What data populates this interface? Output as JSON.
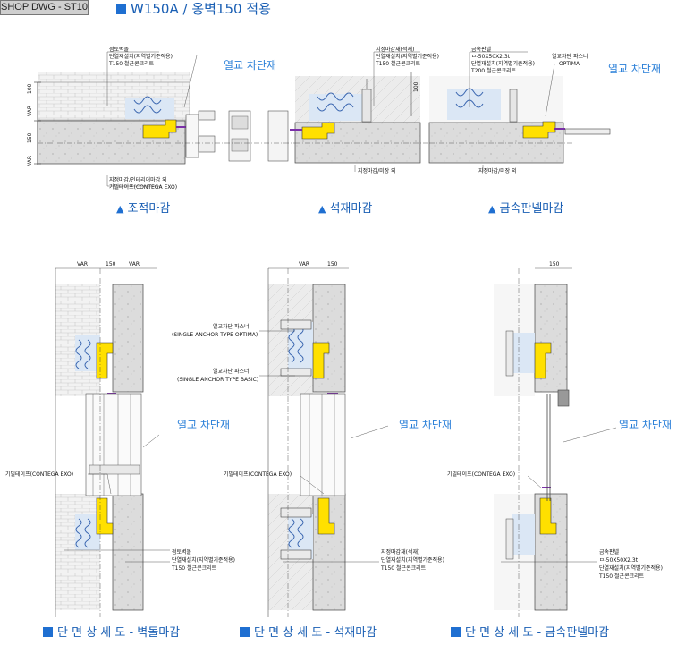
{
  "header": {
    "drawing_tag": "SHOP DWG - ST10",
    "title": "W150A / 옹벽150 적용"
  },
  "top_section": {
    "thermal_labels": [
      "열교 차단재",
      "열교 차단재"
    ],
    "captions": [
      "조적마감",
      "석재마감",
      "금속판넬마감"
    ],
    "left_notes": [
      "점토벽돌",
      "단열재설치(지역별기준적용)",
      "T150 철근콘크리트"
    ],
    "left_bottom_notes": [
      "지정마감/인테리어마감 외",
      "기밀테이프(CONTEGA EXO)"
    ],
    "mid_notes": [
      "지정마감재(석재)",
      "단열재설치(지역별기준적용)",
      "T150 철근콘크리트"
    ],
    "mid_bottom_note": "지정마감/미장 외",
    "right_notes": [
      "금속판넬",
      "ㅁ-50X50X2.3t",
      "단열재설치(지역별기준적용)",
      "T200 철근콘크리트"
    ],
    "right_side_notes": [
      "열교차단 파스너",
      "OPTIMA"
    ],
    "right_bottom_note": "지정마감/미장 외",
    "dims": {
      "v100": "100",
      "vvar": "VAR",
      "v150": "150"
    }
  },
  "bottom_section": {
    "dims": {
      "var": "VAR",
      "d150": "150"
    },
    "thermal_label": "열교 차단재",
    "left_tape": "기밀테이프(CONTEGA EXO)",
    "left_notes": [
      "점토벽돌",
      "단열재설치(지역별기준적용)",
      "T150 철근콘크리트"
    ],
    "mid_fasteners": [
      {
        "name": "열교차단 파스너",
        "type": "(SINGLE ANCHOR TYPE OPTIMA)"
      },
      {
        "name": "열교차단 파스너",
        "type": "(SINGLE ANCHOR TYPE BASIC)"
      }
    ],
    "mid_tape": "기밀테이프(CONTEGA EXO)",
    "mid_notes": [
      "지정마감재(석재)",
      "단열재설치(지역별기준적용)",
      "T150 철근콘크리트"
    ],
    "right_tape": "기밀테이프(CONTEGA EXO)",
    "right_notes": [
      "금속판넬",
      "ㅁ-50X50X2.3t",
      "단열재설치(지역별기준적용)",
      "T150 철근콘크리트"
    ],
    "captions": [
      "단 면 상 세 도 - 벽돌마감",
      "단 면 상 세 도 - 석재마감",
      "단 면 상 세 도 - 금속판넬마감"
    ]
  },
  "colors": {
    "accent": "#1f6fd1",
    "caption": "#1a5fb4",
    "thermal": "#2a7fd8",
    "yellow": "#ffe000",
    "insulation": "#dbe7f5",
    "concrete": "#d9d9d9",
    "purple": "#7b2fa8"
  }
}
